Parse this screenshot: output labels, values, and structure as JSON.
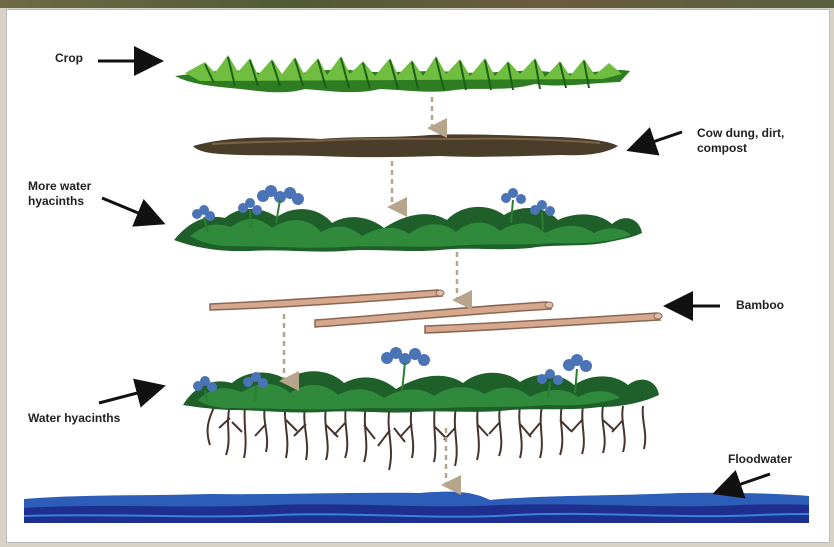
{
  "labels": {
    "crop": "Crop",
    "cow_dung": "Cow dung, dirt,\ncompost",
    "more_water_hyacinths": "More water\nhyacinths",
    "bamboo": "Bamboo",
    "water_hyacinths": "Water hyacinths",
    "floodwater": "Floodwater"
  },
  "colors": {
    "crop_green": "#6fbe3f",
    "crop_dark": "#2f7d22",
    "dung": "#4a3d2a",
    "leaf_dark": "#1f5f2a",
    "leaf_mid": "#2f8a3c",
    "flower": "#4b74b7",
    "bamboo": "#d6a98f",
    "water_dark": "#1f2f8f",
    "water_mid": "#2c5db8",
    "roots": "#3e2a22",
    "arrow": "#111111",
    "dashed_arrow": "#b7a58b"
  }
}
